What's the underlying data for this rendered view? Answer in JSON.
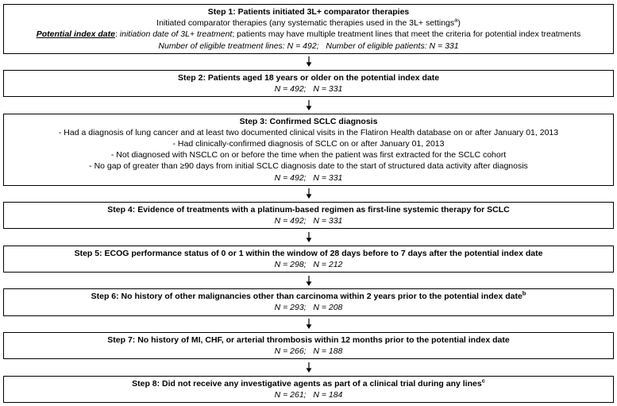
{
  "steps": [
    {
      "title": "Step 1: Patients initiated 3L+ comparator therapies",
      "line1_pre": "Initiated comparator therapies (any systematic therapies used in the 3L+ settings",
      "line1_sup": "a",
      "line1_post": ")",
      "index_label": "Potential index date",
      "index_colon": ": ",
      "index_italic": "initiation date of 3L+ treatment",
      "index_rest": "; patients may have multiple treatment lines that meet the criteria for potential index treatments",
      "counts": "Number of eligible treatment lines: N = 492;   Number of eligible patients: N = 331"
    },
    {
      "title": "Step 2: Patients aged 18 years or older on the potential index date",
      "counts": "N = 492;   N = 331"
    },
    {
      "title": "Step 3: Confirmed SCLC diagnosis",
      "bullets": [
        "- Had a diagnosis of lung cancer and at least two documented clinical visits in the Flatiron Health database on or after January 01, 2013",
        "- Had clinically-confirmed diagnosis of SCLC on or after January 01, 2013",
        "- Not diagnosed with NSCLC on or before the time when the patient was first extracted for the SCLC cohort",
        "- No gap of greater than ≥90 days from initial SCLC diagnosis date to the start of structured data activity after diagnosis"
      ],
      "counts": "N = 492;   N = 331"
    },
    {
      "title": "Step 4: Evidence of treatments with a platinum-based regimen as first-line systemic therapy for SCLC",
      "counts": "N = 492;   N = 331"
    },
    {
      "title": "Step 5: ECOG performance status of 0 or 1 within the window of 28 days before to 7 days after the potential index date",
      "counts": "N = 298;   N = 212"
    },
    {
      "title_pre": "Step 6: No history of other malignancies other than carcinoma within 2 years prior to the potential index date",
      "title_sup": "b",
      "counts": "N = 293;   N = 208"
    },
    {
      "title": "Step 7: No history of MI, CHF, or arterial thrombosis within 12 months prior to the potential index date",
      "counts": "N = 266;   N = 188"
    },
    {
      "title_pre": "Step 8: Did not receive any investigative agents as part of a clinical trial during any lines",
      "title_sup": "c",
      "counts": "N = 261;   N = 184"
    }
  ]
}
